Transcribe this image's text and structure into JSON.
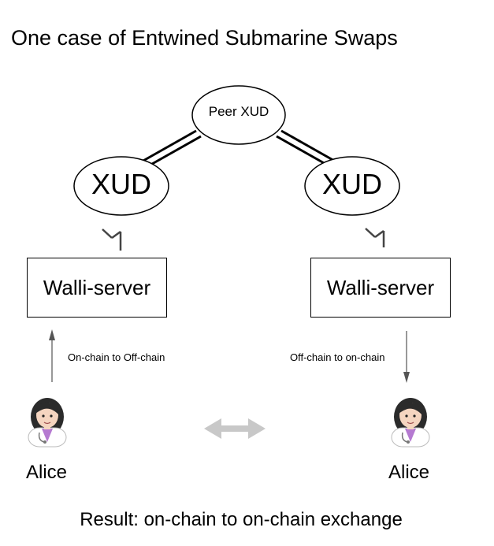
{
  "title": "One case of Entwined Submarine Swaps",
  "nodes": {
    "peer": "Peer XUD",
    "xud_left": "XUD",
    "xud_right": "XUD",
    "wallet_left": "Walli-server",
    "wallet_right": "Walli-server"
  },
  "flows": {
    "left": "On-chain to Off-chain",
    "right": "Off-chain to on-chain"
  },
  "users": {
    "left": "Alice",
    "right": "Alice"
  },
  "result": "Result:  on-chain to on-chain exchange",
  "colors": {
    "line": "#000000",
    "arrow": "#555555",
    "exchange_arrow": "#c8c8c8",
    "hair": "#2b2b2b",
    "skin": "#f5d5c0",
    "coat": "#ffffff",
    "shirt": "#b57ad1"
  }
}
